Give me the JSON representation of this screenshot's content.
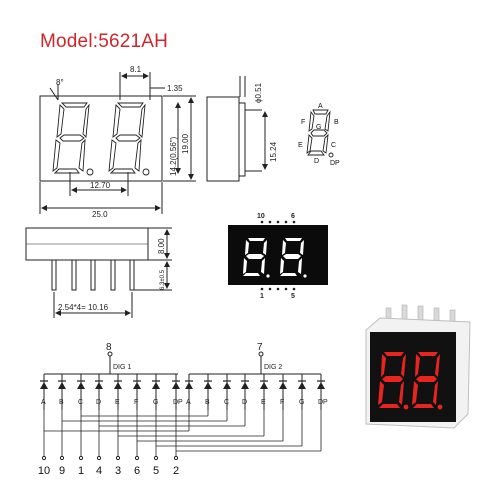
{
  "header": {
    "model": "Model:5621AH"
  },
  "front_view": {
    "dim_angle": "8°",
    "dim_digit_pitch": "8.1",
    "dim_dp_offset": "1.35",
    "dim_digit_height": "14.2(0.56\")",
    "dim_height": "19.00",
    "dim_digit_span": "12.70",
    "dim_width": "25.0"
  },
  "side_view": {
    "dim_pin_diameter": "ϕ0.51",
    "dim_pin_row_spacing": "15.24"
  },
  "segment_legend": {
    "labels": [
      "A",
      "B",
      "C",
      "D",
      "E",
      "F",
      "G",
      "DP"
    ]
  },
  "bottom_view": {
    "dim_depth": "8.00",
    "dim_pin_length": "6.3±0.5",
    "dim_pin_pitch": "2.54*4= 10.16"
  },
  "black_module": {
    "pin_labels_top": [
      "10",
      "6"
    ],
    "pin_labels_bottom": [
      "1",
      "5"
    ]
  },
  "circuit": {
    "com1_pin": "8",
    "com1_label": "DIG 1",
    "com2_pin": "7",
    "com2_label": "DIG 2",
    "segments_dig1": [
      "A",
      "B",
      "C",
      "D",
      "E",
      "F",
      "G",
      "DP"
    ],
    "segments_dig2": [
      "A",
      "B",
      "C",
      "D",
      "E",
      "F",
      "G",
      "DP"
    ],
    "pin_numbers": [
      "10",
      "9",
      "1",
      "4",
      "3",
      "6",
      "5",
      "2"
    ]
  },
  "photo": {
    "product_color": "#e8241f",
    "body_color": "#111111"
  }
}
